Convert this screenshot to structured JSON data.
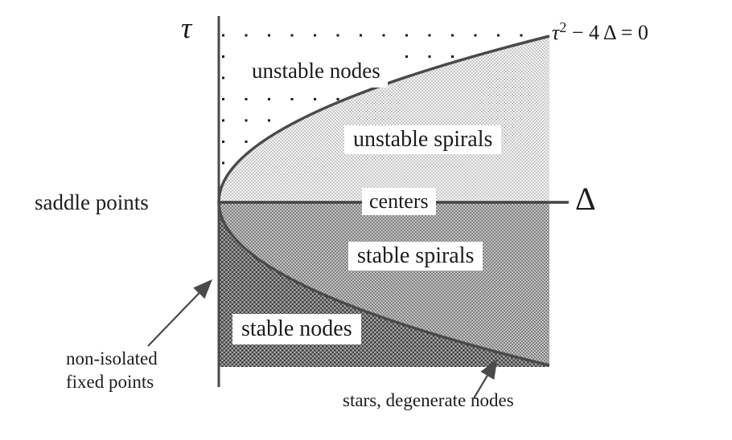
{
  "colors": {
    "ink": "#1c1c1c",
    "line": "#4a4a4a",
    "label-box-bg": "#ffffff",
    "halftone-light-bg": "#f3f3f3",
    "halftone-light-fg": "#c9c9c9",
    "halftone-mid-bg": "#c4c4c4",
    "halftone-mid-fg": "#7f7f7f",
    "halftone-dark-bg": "#a8a8a8",
    "halftone-dark-fg": "#3f3f3f"
  },
  "figure": {
    "vertical_axis_label": "τ",
    "horizontal_axis_label": "Δ",
    "boundary_equation": {
      "symbol": "τ",
      "exponent": "2",
      "remainder": "− 4 Δ = 0"
    },
    "regions": {
      "saddle_points": "saddle points",
      "unstable_nodes": "unstable nodes",
      "unstable_spirals": "unstable spirals",
      "centers": "centers",
      "stable_spirals": "stable spirals",
      "stable_nodes": "stable nodes"
    },
    "callouts": {
      "non_isolated_line1": "non-isolated",
      "non_isolated_line2": "fixed points",
      "stars": "stars, degenerate nodes"
    }
  }
}
